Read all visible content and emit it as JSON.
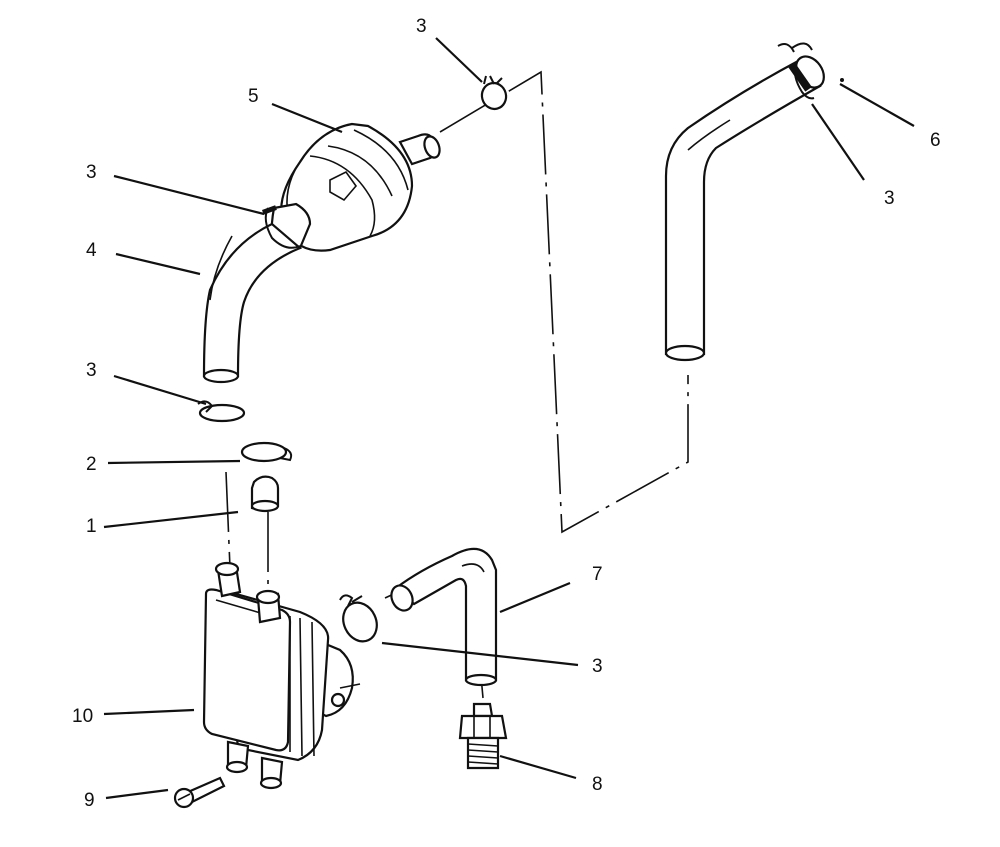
{
  "callouts": [
    {
      "id": "c3a",
      "text": "3"
    },
    {
      "id": "c5",
      "text": "5"
    },
    {
      "id": "c3b",
      "text": "3"
    },
    {
      "id": "c4",
      "text": "4"
    },
    {
      "id": "c3c",
      "text": "3"
    },
    {
      "id": "c2",
      "text": "2"
    },
    {
      "id": "c1",
      "text": "1"
    },
    {
      "id": "c6",
      "text": "6"
    },
    {
      "id": "c3d",
      "text": "3"
    },
    {
      "id": "c7",
      "text": "7"
    },
    {
      "id": "c3e",
      "text": "3"
    },
    {
      "id": "c10",
      "text": "10"
    },
    {
      "id": "c8",
      "text": "8"
    },
    {
      "id": "c9",
      "text": "9"
    }
  ]
}
